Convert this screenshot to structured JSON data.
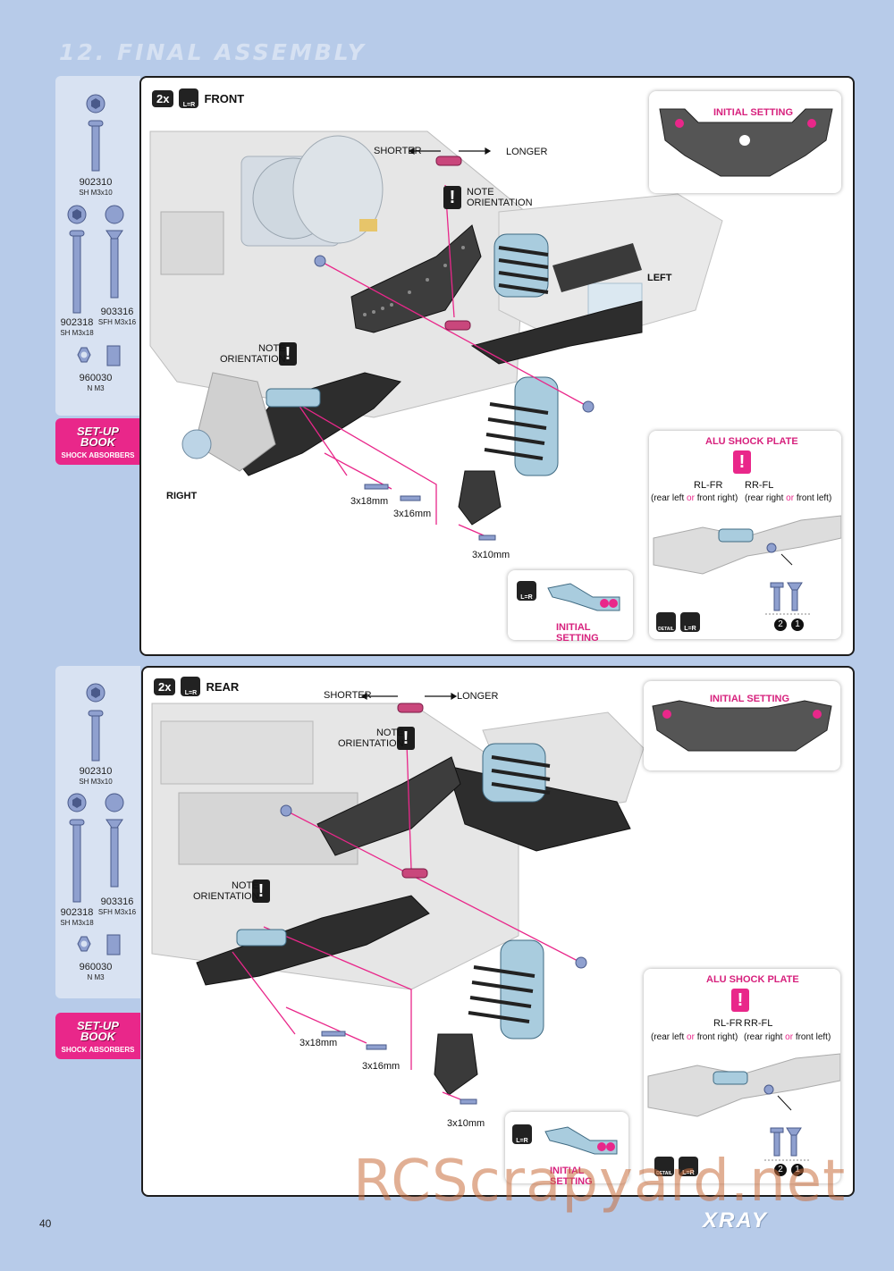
{
  "page_title": "12. FINAL ASSEMBLY",
  "page_number": "40",
  "brand": "XRAY",
  "watermark": "RCScrapyard.net",
  "parts": [
    {
      "num": "902310",
      "desc": "SH M3x10"
    },
    {
      "num": "902318",
      "desc": "SH M3x18"
    },
    {
      "num": "903316",
      "desc": "SFH M3x16"
    },
    {
      "num": "960030",
      "desc": "N M3"
    }
  ],
  "setup_book": {
    "title_1": "SET-UP",
    "title_2": "BOOK",
    "sub": "SHOCK ABSORBERS"
  },
  "front": {
    "qty": "2x",
    "lr": "L=R",
    "heading": "FRONT",
    "shorter": "SHORTER",
    "longer": "LONGER",
    "note_1": "NOTE",
    "note_2": "ORIENTATION",
    "left": "LEFT",
    "right": "RIGHT",
    "dim_18": "3x18mm",
    "dim_16": "3x16mm",
    "dim_10": "3x10mm",
    "initial_setting": "INITIAL SETTING",
    "alu_shock_plate": "ALU SHOCK PLATE",
    "rl_fr": "RL-FR",
    "rr_fl": "RR-FL",
    "rear_left": "(rear left",
    "or": "or",
    "front_right": "front right)",
    "rear_right": "(rear right",
    "front_left": "front left)",
    "detail": "DETAIL",
    "step_2": "2",
    "step_1": "1"
  },
  "rear": {
    "qty": "2x",
    "lr": "L=R",
    "heading": "REAR",
    "shorter": "SHORTER",
    "longer": "LONGER",
    "note_1": "NOTE",
    "note_2": "ORIENTATION",
    "dim_18": "3x18mm",
    "dim_16": "3x16mm",
    "dim_10": "3x10mm",
    "initial_setting": "INITIAL SETTING",
    "alu_shock_plate": "ALU SHOCK PLATE",
    "rl_fr": "RL-FR",
    "rr_fl": "RR-FL",
    "rear_left": "(rear left",
    "or": "or",
    "front_right": "front right)",
    "rear_right": "(rear right",
    "front_left": "front left)",
    "detail": "DETAIL",
    "step_2": "2",
    "step_1": "1"
  },
  "colors": {
    "accent": "#e9278a",
    "background": "#b7cbe9",
    "screw": "#8fa0cf"
  }
}
